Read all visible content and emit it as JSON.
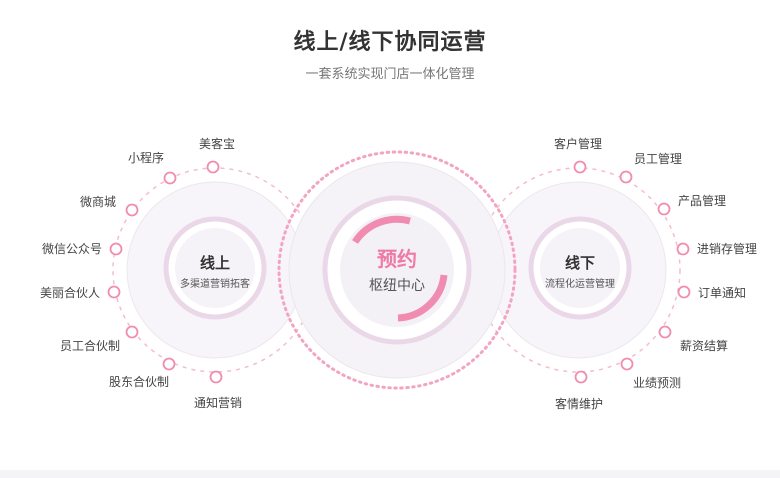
{
  "header": {
    "title": "线上/线下协同运营",
    "subtitle": "一套系统实现门店一体化管理"
  },
  "colors": {
    "accent": "#f08cb0",
    "accent_dark": "#e0578c",
    "ring": "#ead6e6",
    "circle_fill": "#f6f4f8",
    "center_fill": "#f3f1f6"
  },
  "left_hub": {
    "title": "线上",
    "subtitle": "多渠道营销拓客",
    "items": [
      "美客宝",
      "小程序",
      "微商城",
      "微信公众号",
      "美丽合伙人",
      "员工合伙制",
      "股东合伙制",
      "通知营销"
    ]
  },
  "center_hub": {
    "title": "预约",
    "subtitle": "枢纽中心"
  },
  "right_hub": {
    "title": "线下",
    "subtitle": "流程化运营管理",
    "items": [
      "客户管理",
      "员工管理",
      "产品管理",
      "进销存管理",
      "订单通知",
      "薪资结算",
      "业绩预测",
      "客情维护"
    ]
  }
}
